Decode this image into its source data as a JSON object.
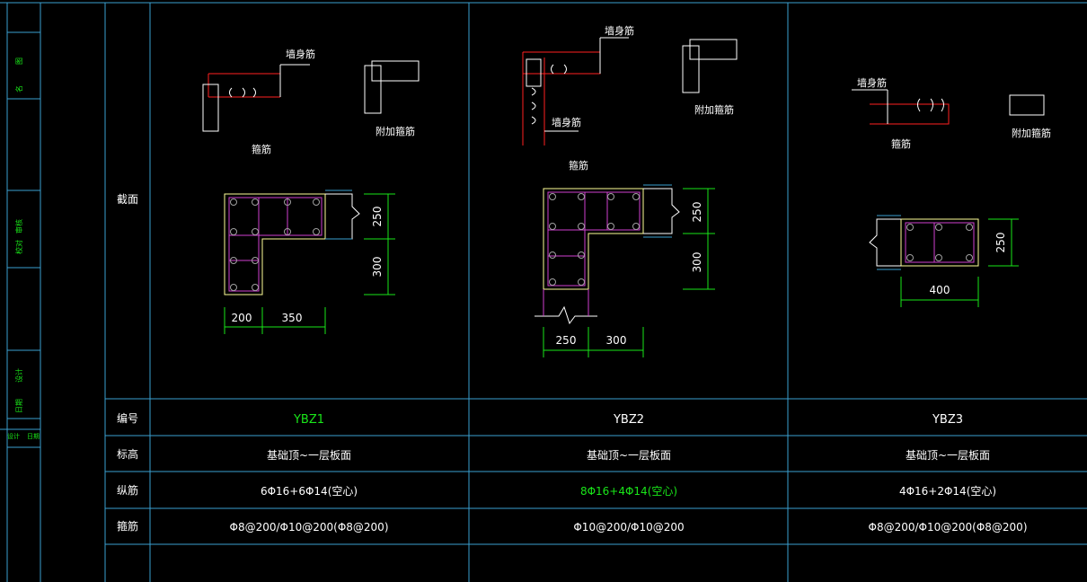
{
  "colors": {
    "background": "#000000",
    "grid": "#3a9fd0",
    "text": "#ffffff",
    "highlight": "#19e619",
    "dimension": "#19e619",
    "section_outline": "#ffff99",
    "stirrup": "#d040d0",
    "red": "#ff2020",
    "white": "#ffffff",
    "bar": "#a0a0a0"
  },
  "margin": {
    "labels": [
      "图",
      "名",
      "审核",
      "校对",
      "设计",
      "日期"
    ]
  },
  "rows": {
    "section": "截面",
    "number": "编号",
    "elevation": "标高",
    "long_bars": "纵筋",
    "stirrups": "箍筋"
  },
  "columns": [
    {
      "number": "YBZ1",
      "number_highlight": true,
      "elevation": "基础顶~一层板面",
      "long_bars": "6Φ16+6Φ14(空心)",
      "long_bars_highlight": false,
      "stirrups": "Φ8@200/Φ10@200(Φ8@200)",
      "detail_labels": {
        "wall_bar": "墙身筋",
        "stirrup": "箍筋",
        "extra": "附加箍筋"
      },
      "dims": {
        "h1": "200",
        "h2": "350",
        "v1": "250",
        "v2": "300"
      }
    },
    {
      "number": "YBZ2",
      "number_highlight": false,
      "elevation": "基础顶~一层板面",
      "long_bars": "8Φ16+4Φ14(空心)",
      "long_bars_highlight": true,
      "stirrups": "Φ10@200/Φ10@200",
      "detail_labels": {
        "wall_bar_top": "墙身筋",
        "wall_bar_bottom": "墙身筋",
        "stirrup": "箍筋",
        "extra": "附加箍筋"
      },
      "dims": {
        "h1": "250",
        "h2": "300",
        "v1": "250",
        "v2": "300"
      }
    },
    {
      "number": "YBZ3",
      "number_highlight": false,
      "elevation": "基础顶~一层板面",
      "long_bars": "4Φ16+2Φ14(空心)",
      "long_bars_highlight": false,
      "stirrups": "Φ8@200/Φ10@200(Φ8@200)",
      "detail_labels": {
        "wall_bar": "墙身筋",
        "stirrup": "箍筋",
        "extra": "附加箍筋"
      },
      "dims": {
        "h1": "400",
        "v1": "250"
      }
    }
  ]
}
